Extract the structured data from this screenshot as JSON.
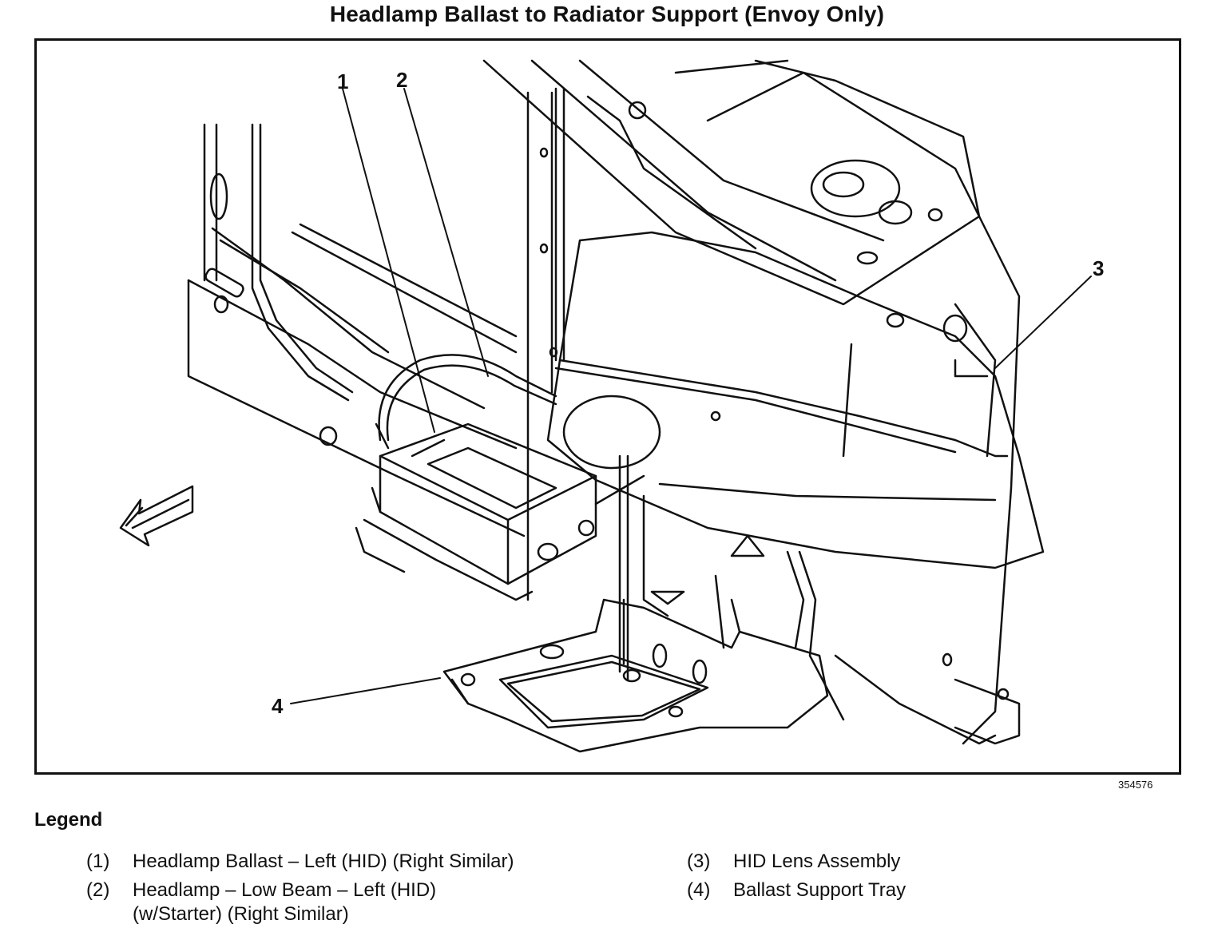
{
  "title": "Headlamp Ballast to Radiator Support (Envoy Only)",
  "figure_id": "354576",
  "callouts": [
    "1",
    "2",
    "3",
    "4"
  ],
  "legend": {
    "heading": "Legend",
    "items": [
      {
        "num": "(1)",
        "lines": [
          "Headlamp Ballast – Left (HID) (Right Similar)"
        ]
      },
      {
        "num": "(2)",
        "lines": [
          "Headlamp – Low Beam – Left (HID)",
          "(w/Starter) (Right Similar)"
        ]
      },
      {
        "num": "(3)",
        "lines": [
          "HID Lens Assembly"
        ]
      },
      {
        "num": "(4)",
        "lines": [
          "Ballast Support Tray"
        ]
      }
    ]
  }
}
